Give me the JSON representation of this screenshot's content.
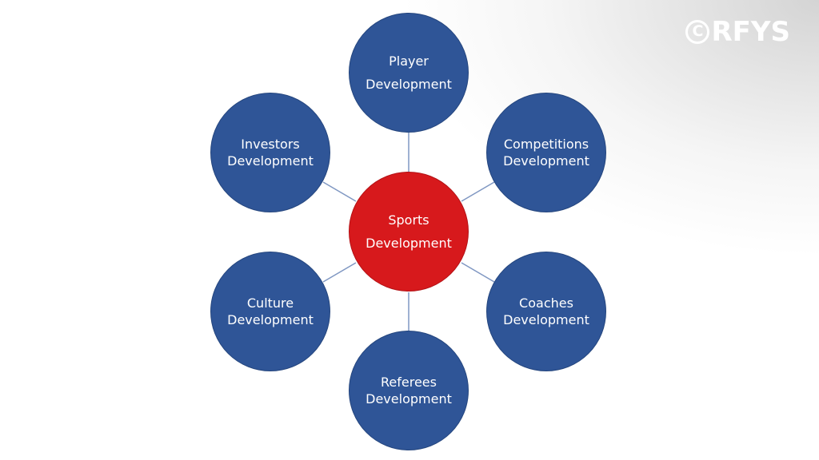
{
  "watermark": {
    "symbol": "C",
    "text": "RFYS"
  },
  "colors": {
    "outer_node": "#2f5597",
    "center_node": "#d7191c",
    "connector": "#7f97c2"
  },
  "center": {
    "line1": "Sports",
    "line2": "Development"
  },
  "nodes": [
    {
      "id": "player",
      "line1": "Player",
      "line2": "Development"
    },
    {
      "id": "competitions",
      "line1": "Competitions",
      "line2": "Development"
    },
    {
      "id": "coaches",
      "line1": "Coaches",
      "line2": "Development"
    },
    {
      "id": "referees",
      "line1": "Referees",
      "line2": "Development"
    },
    {
      "id": "culture",
      "line1": "Culture",
      "line2": "Development"
    },
    {
      "id": "investors",
      "line1": "Investors",
      "line2": "Development"
    }
  ]
}
